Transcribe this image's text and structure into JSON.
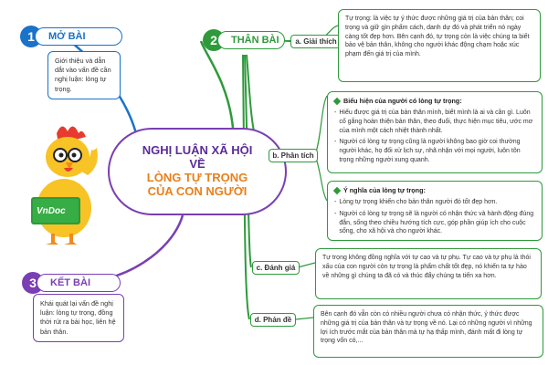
{
  "center": {
    "line1": "NGHỊ LUẬN XÃ HỘI",
    "line2": "VỀ",
    "line3": "LÒNG TỰ TRỌNG",
    "line4": "CỦA CON NGƯỜI"
  },
  "mascot": {
    "book_text": "VnDoc",
    "icon": "rooster-mascot-icon"
  },
  "mo_bai": {
    "number": "1",
    "title": "MỞ BÀI",
    "text": "Giới thiệu và dẫn dắt vào vấn đề cần nghị luận: lòng tự trọng."
  },
  "ket_bai": {
    "number": "3",
    "title": "KẾT BÀI",
    "text": "Khái quát lại vấn đề nghị luận: lòng tự trọng, đồng thời rút ra bài học, liên hệ bản thân."
  },
  "than_bai": {
    "number": "2",
    "title": "THÂN BÀI",
    "giai_thich": {
      "label": "a. Giải thích",
      "text": "Tự trọng: là việc tự ý thức được những giá trị của bản thân; coi trọng và giữ gìn phẩm cách, danh dự đó và phát triển nó ngày càng tốt đẹp hơn. Bên cạnh đó, tự trọng còn là việc chúng ta biết bảo vệ bản thân, không cho người khác động chạm hoặc xúc phạm đến giá trị của mình."
    },
    "phan_tich": {
      "label": "b. Phân tích",
      "bieu_hien": {
        "title": "Biểu hiện của người có lòng tự trọng:",
        "items": [
          "Hiểu được giá trị của bản thân mình, biết mình là ai và cần gì. Luôn cố gắng hoàn thiện bản thân, theo đuổi, thực hiện mục tiêu, ước mơ của mình một cách nhiệt thành nhất.",
          "Người có lòng tự trọng cũng là người không bao giờ coi thường người khác, họ đối xử lịch sự, nhã nhặn với mọi người, luôn tôn trọng những người xung quanh."
        ]
      },
      "y_nghia": {
        "title": "Ý nghĩa của lòng tự trọng:",
        "items": [
          "Lòng tự trọng khiến cho bản thân người đó tốt đẹp hơn.",
          "Người có lòng tự trọng sẽ là người có nhận thức và hành động đúng đắn, sống theo chiều hướng tích cực, góp phần giúp ích cho cuộc sống, cho xã hội và cho người khác."
        ]
      }
    },
    "danh_gia": {
      "label": "c. Đánh giá",
      "text": "Tự trọng không đồng nghĩa với tự cao và tự phụ. Tự cao và tự phụ là thói xấu của con người còn tự trọng là phẩm chất tốt đẹp, nó khiến ta tự hào về những gì chúng ta đã có và thúc đẩy chúng ta tiến xa hơn."
    },
    "phan_de": {
      "label": "d. Phản đề",
      "text": "Bên cạnh đó vẫn còn có nhiều người chưa có nhận thức, ý thức được những giá trị của bản thân và tự trọng về nó. Lại có những người vì những lợi ích trước mắt của bản thân mà tự hạ thấp mình, đánh mất đi lòng tự trọng vốn có,..."
    }
  },
  "colors": {
    "blue": "#1a72c9",
    "green": "#2e9a3b",
    "purple": "#7a3fb3",
    "orange": "#e8801a"
  }
}
